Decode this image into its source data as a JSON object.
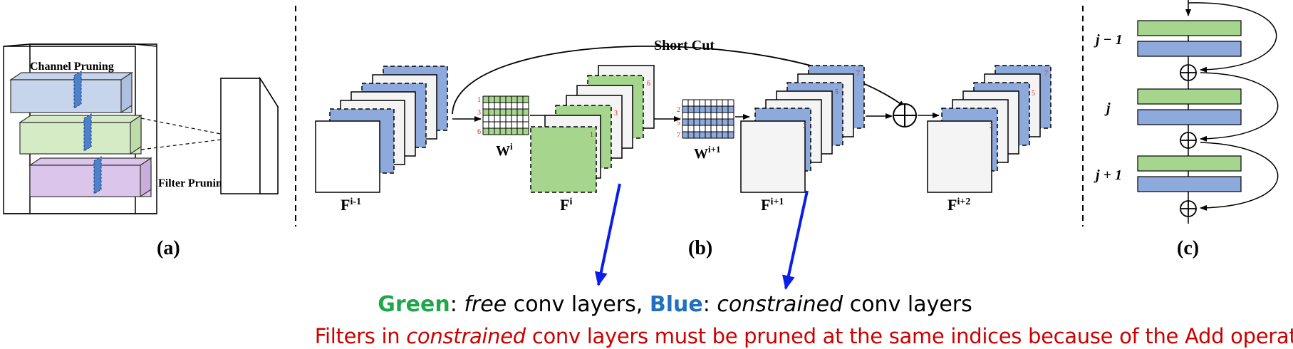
{
  "panel_a": {
    "label": "(a)",
    "channel_pruning": "Channel Pruning",
    "filter_pruning": "Filter Pruning"
  },
  "panel_b": {
    "label": "(b)",
    "short_cut": "Short Cut",
    "maps": [
      {
        "base": "F",
        "sup": "i-1"
      },
      {
        "base": "F",
        "sup": "i"
      },
      {
        "base": "F",
        "sup": "i+1"
      },
      {
        "base": "F",
        "sup": "i+2"
      }
    ],
    "weights": [
      {
        "base": "W",
        "sup": "i",
        "row_labels": [
          "1",
          "3",
          "6"
        ]
      },
      {
        "base": "W",
        "sup": "i+1",
        "row_labels": [
          "2",
          "5",
          "7"
        ]
      }
    ],
    "channel_indices": {
      "f_i": [
        "1",
        "3",
        "6"
      ],
      "f_i1": [
        "2",
        "5",
        "7"
      ],
      "f_i2": [
        "2",
        "5",
        "7"
      ]
    }
  },
  "panel_c": {
    "label": "(c)",
    "blocks": [
      "j − 1",
      "j",
      "j + 1"
    ]
  },
  "legend": {
    "line1": {
      "green": "Green",
      "sep1": ": ",
      "free": "free",
      "mid": " conv layers, ",
      "blue": "Blue",
      "sep2": ": ",
      "constrained": "constrained",
      "end": " conv layers"
    },
    "line2": {
      "start": "Filters in ",
      "constrained": "constrained",
      "end": " conv layers must be pruned at the same indices because of the Add operators."
    }
  },
  "colors": {
    "green_fill": "#a6d58d",
    "blue_fill": "#8ea9db",
    "purple_fill": "#d9bfe5",
    "arrow_blue": "#0a1ee8",
    "index_red": "#e02020",
    "legend_green": "#1fa84a",
    "legend_blue": "#1f70c1",
    "warning_red": "#cc0000"
  }
}
